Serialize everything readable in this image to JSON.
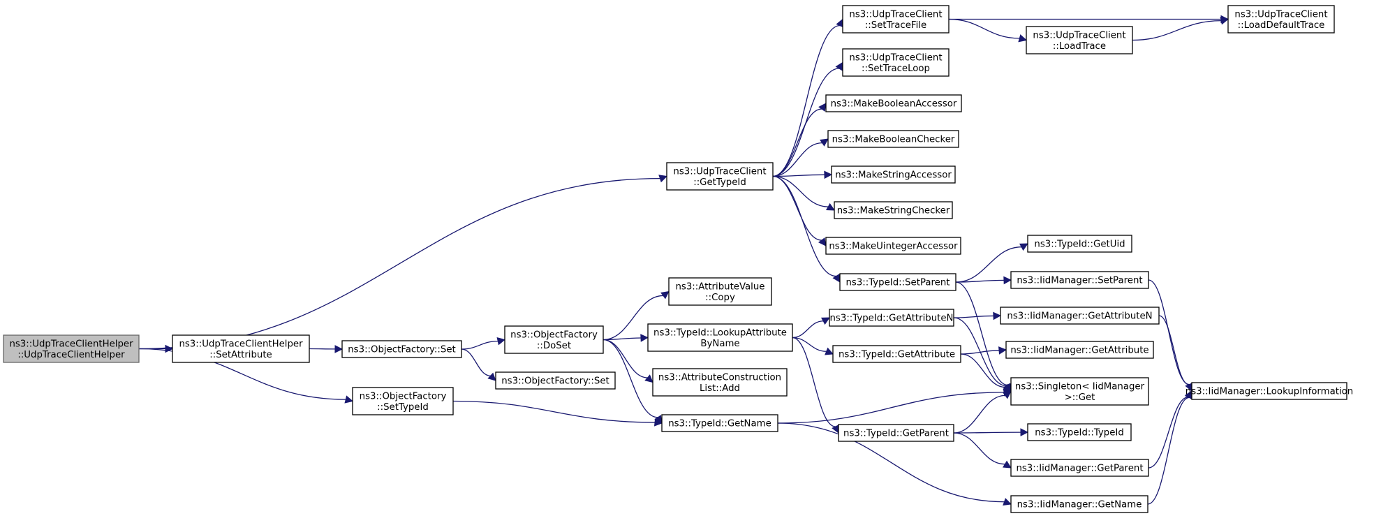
{
  "graph": {
    "colors": {
      "edge": "#191970",
      "node_fill": "#ffffff",
      "root_fill": "#bfbfbf",
      "border": "#000000"
    },
    "nodes": [
      {
        "id": "root",
        "lines": [
          "ns3::UdpTraceClientHelper",
          "::UdpTraceClientHelper"
        ],
        "root": true
      },
      {
        "id": "setattribute",
        "lines": [
          "ns3::UdpTraceClientHelper",
          "::SetAttribute"
        ]
      },
      {
        "id": "of_set",
        "lines": [
          "ns3::ObjectFactory::Set"
        ]
      },
      {
        "id": "of_dosset",
        "lines": [
          "ns3::ObjectFactory",
          "::DoSet"
        ]
      },
      {
        "id": "of_set2",
        "lines": [
          "ns3::ObjectFactory::Set"
        ]
      },
      {
        "id": "of_settypeid",
        "lines": [
          "ns3::ObjectFactory",
          "::SetTypeId"
        ]
      },
      {
        "id": "gettypeid",
        "lines": [
          "ns3::UdpTraceClient",
          "::GetTypeId"
        ]
      },
      {
        "id": "settracefile",
        "lines": [
          "ns3::UdpTraceClient",
          "::SetTraceFile"
        ]
      },
      {
        "id": "settraceloop",
        "lines": [
          "ns3::UdpTraceClient",
          "::SetTraceLoop"
        ]
      },
      {
        "id": "loadtrace",
        "lines": [
          "ns3::UdpTraceClient",
          "::LoadTrace"
        ]
      },
      {
        "id": "loaddefault",
        "lines": [
          "ns3::UdpTraceClient",
          "::LoadDefaultTrace"
        ]
      },
      {
        "id": "mkboolacc",
        "lines": [
          "ns3::MakeBooleanAccessor"
        ]
      },
      {
        "id": "mkboolchk",
        "lines": [
          "ns3::MakeBooleanChecker"
        ]
      },
      {
        "id": "mkstracc",
        "lines": [
          "ns3::MakeStringAccessor"
        ]
      },
      {
        "id": "mkstrchk",
        "lines": [
          "ns3::MakeStringChecker"
        ]
      },
      {
        "id": "mkuintacc",
        "lines": [
          "ns3::MakeUintegerAccessor"
        ]
      },
      {
        "id": "tid_setparent",
        "lines": [
          "ns3::TypeId::SetParent"
        ]
      },
      {
        "id": "tid_getuid",
        "lines": [
          "ns3::TypeId::GetUid"
        ]
      },
      {
        "id": "iid_setparent",
        "lines": [
          "ns3::IidManager::SetParent"
        ]
      },
      {
        "id": "av_copy",
        "lines": [
          "ns3::AttributeValue",
          "::Copy"
        ]
      },
      {
        "id": "tid_lookup",
        "lines": [
          "ns3::TypeId::LookupAttribute",
          "ByName"
        ]
      },
      {
        "id": "acl_add",
        "lines": [
          "ns3::AttributeConstruction",
          "List::Add"
        ]
      },
      {
        "id": "tid_getname",
        "lines": [
          "ns3::TypeId::GetName"
        ]
      },
      {
        "id": "tid_getattrn",
        "lines": [
          "ns3::TypeId::GetAttributeN"
        ]
      },
      {
        "id": "iid_getattrn",
        "lines": [
          "ns3::IidManager::GetAttributeN"
        ]
      },
      {
        "id": "tid_getattr",
        "lines": [
          "ns3::TypeId::GetAttribute"
        ]
      },
      {
        "id": "iid_getattr",
        "lines": [
          "ns3::IidManager::GetAttribute"
        ]
      },
      {
        "id": "singleton",
        "lines": [
          "ns3::Singleton< IidManager",
          ">::Get"
        ]
      },
      {
        "id": "tid_getparent",
        "lines": [
          "ns3::TypeId::GetParent"
        ]
      },
      {
        "id": "tid_typeid",
        "lines": [
          "ns3::TypeId::TypeId"
        ]
      },
      {
        "id": "iid_getparent",
        "lines": [
          "ns3::IidManager::GetParent"
        ]
      },
      {
        "id": "iid_getname",
        "lines": [
          "ns3::IidManager::GetName"
        ]
      },
      {
        "id": "iid_lookup",
        "lines": [
          "ns3::IidManager::LookupInformation"
        ]
      }
    ],
    "edges": [
      [
        "root",
        "setattribute"
      ],
      [
        "root",
        "of_settypeid"
      ],
      [
        "root",
        "gettypeid"
      ],
      [
        "setattribute",
        "of_set"
      ],
      [
        "of_set",
        "of_dosset"
      ],
      [
        "of_set",
        "of_set2"
      ],
      [
        "of_dosset",
        "av_copy"
      ],
      [
        "of_dosset",
        "tid_lookup"
      ],
      [
        "of_dosset",
        "acl_add"
      ],
      [
        "of_dosset",
        "tid_getname"
      ],
      [
        "of_settypeid",
        "tid_getname"
      ],
      [
        "gettypeid",
        "settracefile"
      ],
      [
        "gettypeid",
        "settraceloop"
      ],
      [
        "gettypeid",
        "mkboolacc"
      ],
      [
        "gettypeid",
        "mkboolchk"
      ],
      [
        "gettypeid",
        "mkstracc"
      ],
      [
        "gettypeid",
        "mkstrchk"
      ],
      [
        "gettypeid",
        "mkuintacc"
      ],
      [
        "gettypeid",
        "tid_setparent"
      ],
      [
        "settracefile",
        "loaddefault"
      ],
      [
        "settracefile",
        "loadtrace"
      ],
      [
        "loadtrace",
        "loaddefault"
      ],
      [
        "tid_setparent",
        "tid_getuid"
      ],
      [
        "tid_setparent",
        "iid_setparent"
      ],
      [
        "tid_setparent",
        "singleton"
      ],
      [
        "iid_setparent",
        "iid_lookup"
      ],
      [
        "tid_lookup",
        "tid_getattrn"
      ],
      [
        "tid_lookup",
        "tid_getattr"
      ],
      [
        "tid_lookup",
        "tid_getparent"
      ],
      [
        "tid_getattrn",
        "iid_getattrn"
      ],
      [
        "tid_getattrn",
        "singleton"
      ],
      [
        "iid_getattrn",
        "iid_lookup"
      ],
      [
        "tid_getattr",
        "iid_getattr"
      ],
      [
        "tid_getattr",
        "singleton"
      ],
      [
        "tid_getname",
        "singleton"
      ],
      [
        "tid_getname",
        "iid_getname"
      ],
      [
        "tid_getparent",
        "singleton"
      ],
      [
        "tid_getparent",
        "tid_typeid"
      ],
      [
        "tid_getparent",
        "iid_getparent"
      ],
      [
        "iid_getparent",
        "iid_lookup"
      ],
      [
        "iid_getname",
        "iid_lookup"
      ]
    ]
  }
}
